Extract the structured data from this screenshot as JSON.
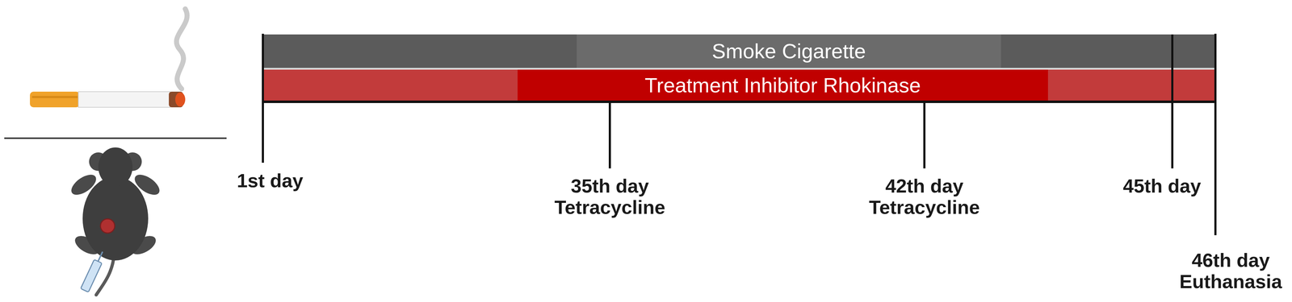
{
  "diagram": {
    "nodes": [
      {
        "text": [
          "Smoke Cigarette"
        ]
      },
      {
        "text": [
          "Treatment Inhibitor Rhokinase"
        ]
      }
    ],
    "edges": [],
    "labels": [
      "1st day",
      "35th day",
      "Tetracycline",
      "42th day",
      "Tetracycline",
      "45th day",
      "46th day",
      "Euthanasia"
    ]
  }
}
